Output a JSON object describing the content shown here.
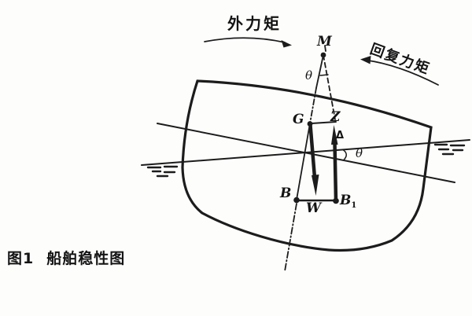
{
  "figure": {
    "caption": {
      "number": "图1",
      "title": "船舶稳性图"
    },
    "labels": {
      "external_moment": "外力矩",
      "restoring_moment": "回复力矩",
      "metacenter": "M",
      "heel_angle_top": "θ",
      "gravity_center": "G",
      "z_point": "Z",
      "displacement": "Δ",
      "heel_angle_right": "θ",
      "buoyancy_center": "B",
      "buoyancy_center_new_base": "B",
      "buoyancy_center_new_sub": "1",
      "weight": "W"
    },
    "colors": {
      "ink": "#1c1c1c",
      "background": "#fdfdfc"
    }
  }
}
